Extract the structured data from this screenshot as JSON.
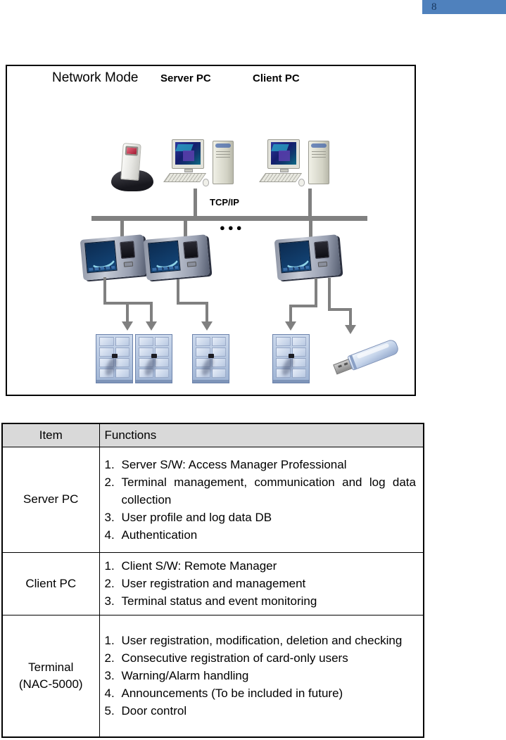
{
  "page": {
    "number": "8"
  },
  "diagram": {
    "title": "Network Mode",
    "server_pc_label": "Server PC",
    "client_pc_label": "Client PC",
    "tcpip_label": "TCP/IP",
    "ellipsis": "●●●"
  },
  "table": {
    "headers": {
      "item": "Item",
      "functions": "Functions"
    },
    "rows": [
      {
        "item": "Server PC",
        "functions": [
          "Server S/W: Access Manager Professional",
          "Terminal management, communication and log data collection",
          "User profile and log data DB",
          "Authentication"
        ]
      },
      {
        "item": "Client PC",
        "functions": [
          "Client S/W: Remote Manager",
          "User registration and management",
          "Terminal status and event monitoring"
        ]
      },
      {
        "item": "Terminal\n(NAC-5000)",
        "functions": [
          "User registration, modification, deletion and checking",
          "Consecutive registration of card-only users",
          "Warning/Alarm handling",
          "Announcements (To be included in future)",
          "Door control"
        ]
      }
    ]
  },
  "colors": {
    "header_bar": "#4f81bd",
    "line_gray": "#808080",
    "table_header_bg": "#d9d9d9"
  }
}
